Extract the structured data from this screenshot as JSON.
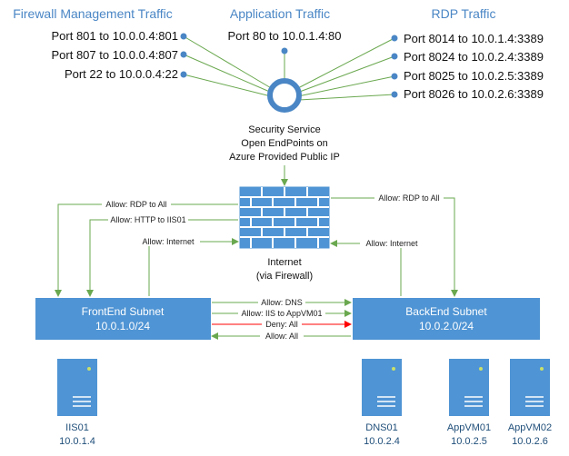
{
  "headers": {
    "firewall": "Firewall Management Traffic",
    "application": "Application Traffic",
    "rdp": "RDP Traffic"
  },
  "firewall_ports": [
    "Port 801 to 10.0.0.4:801",
    "Port 807 to 10.0.0.4:807",
    "Port 22 to 10.0.0.4:22"
  ],
  "application_ports": [
    "Port 80 to 10.0.1.4:80"
  ],
  "rdp_ports": [
    "Port 8014 to 10.0.1.4:3389",
    "Port 8024 to 10.0.2.4:3389",
    "Port 8025 to 10.0.2.5:3389",
    "Port 8026 to 10.0.2.6:3389"
  ],
  "service": {
    "line1": "Security Service",
    "line2": "Open EndPoints on",
    "line3": "Azure Provided Public IP"
  },
  "internet": {
    "line1": "Internet",
    "line2": "(via Firewall)"
  },
  "rules": {
    "rdp_left": "Allow: RDP to All",
    "http_iis": "Allow: HTTP to IIS01",
    "internet_left": "Allow: Internet",
    "rdp_right": "Allow: RDP to All",
    "internet_right": "Allow: Internet",
    "dns": "Allow: DNS",
    "iis_app": "Allow: IIS to AppVM01",
    "deny": "Deny: All",
    "allow_all": "Allow: All"
  },
  "subnets": {
    "frontend": {
      "name": "FrontEnd Subnet",
      "cidr": "10.0.1.0/24"
    },
    "backend": {
      "name": "BackEnd Subnet",
      "cidr": "10.0.2.0/24"
    }
  },
  "servers": [
    {
      "name": "IIS01",
      "ip": "10.0.1.4"
    },
    {
      "name": "DNS01",
      "ip": "10.0.2.4"
    },
    {
      "name": "AppVM01",
      "ip": "10.0.2.5"
    },
    {
      "name": "AppVM02",
      "ip": "10.0.2.6"
    }
  ],
  "colors": {
    "accent": "#4a86c5",
    "subnet_fill": "#4f94d4",
    "allow_line": "#6aa84f",
    "deny_line": "#ff0000",
    "firewall": "#4f94d4"
  }
}
